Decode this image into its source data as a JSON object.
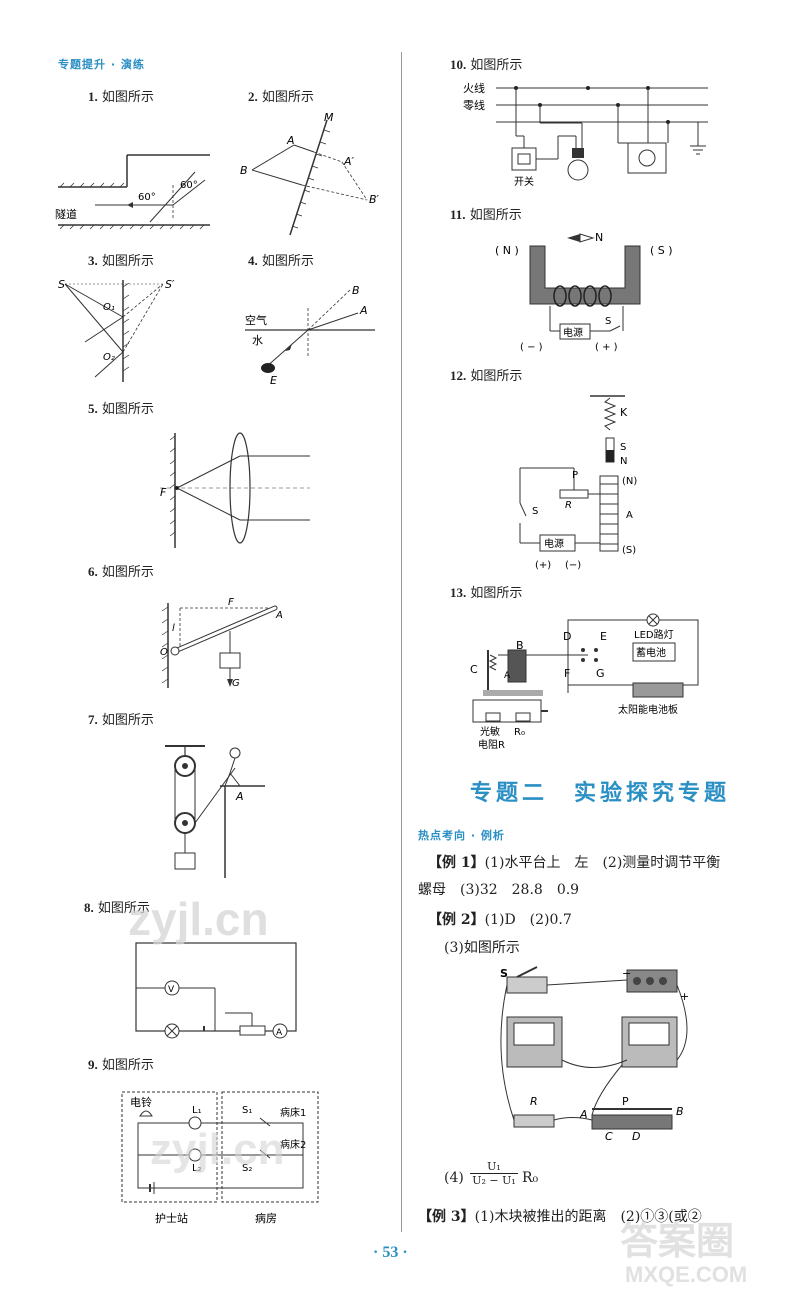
{
  "left_section_title": "专题提升 · 演练",
  "items": {
    "q1": {
      "num": "1.",
      "text": "如图所示"
    },
    "q2": {
      "num": "2.",
      "text": "如图所示"
    },
    "q3": {
      "num": "3.",
      "text": "如图所示"
    },
    "q4": {
      "num": "4.",
      "text": "如图所示"
    },
    "q5": {
      "num": "5.",
      "text": "如图所示"
    },
    "q6": {
      "num": "6.",
      "text": "如图所示"
    },
    "q7": {
      "num": "7.",
      "text": "如图所示"
    },
    "q8": {
      "num": "8.",
      "text": "如图所示"
    },
    "q9": {
      "num": "9.",
      "text": "如图所示"
    },
    "q10": {
      "num": "10.",
      "text": "如图所示"
    },
    "q11": {
      "num": "11.",
      "text": "如图所示"
    },
    "q12": {
      "num": "12.",
      "text": "如图所示"
    },
    "q13": {
      "num": "13.",
      "text": "如图所示"
    }
  },
  "diagram_labels": {
    "d1": {
      "angle1": "60°",
      "angle2": "60°",
      "tunnel": "隧道"
    },
    "d2": {
      "M": "M",
      "A": "A",
      "A2": "A′",
      "B": "B",
      "B2": "B′"
    },
    "d3": {
      "S": "S",
      "S2": "S′",
      "O1": "O₁",
      "O2": "O₂"
    },
    "d4": {
      "air": "空气",
      "water": "水",
      "A": "A",
      "B": "B",
      "E": "E"
    },
    "d5": {
      "F": "F"
    },
    "d6": {
      "F": "F",
      "A": "A",
      "O": "O",
      "l": "l",
      "G": "G"
    },
    "d7": {
      "A": "A"
    },
    "d8": {
      "V": "V",
      "A": "A"
    },
    "d9": {
      "bell": "电铃",
      "L1": "L₁",
      "L2": "L₂",
      "S1": "S₁",
      "S2": "S₂",
      "bed1": "病床1",
      "bed2": "病床2",
      "nurse": "护士站",
      "ward": "病房"
    },
    "d10": {
      "live": "火线",
      "neutral": "零线",
      "switch": "开关"
    },
    "d11": {
      "N_left": "( N )",
      "S_right": "( S )",
      "needle": "N",
      "source": "电源",
      "S": "S",
      "minus": "( − )",
      "plus": "( + )"
    },
    "d12": {
      "K": "K",
      "S": "S",
      "N": "N",
      "P": "P",
      "R": "R",
      "N_paren": "(N)",
      "A": "A",
      "S_paren": "(S)",
      "switch": "S",
      "source": "电源",
      "plus": "(+)",
      "minus": "(−)"
    },
    "d13": {
      "B": "B",
      "C": "C",
      "A": "A",
      "D": "D",
      "E": "E",
      "F": "F",
      "G": "G",
      "led": "LED路灯",
      "battery": "蓄电池",
      "solar": "太阳能电池板",
      "photo1": "光敏",
      "photo2": "电阻R",
      "R0": "R₀"
    },
    "d_ex": {
      "S": "S",
      "minus": "−",
      "plus": "+",
      "R": "R",
      "A": "A",
      "B": "B",
      "C": "C",
      "D": "D",
      "P": "P"
    }
  },
  "right_title": "专题二　实验探究专题",
  "right_section_title": "热点考向 · 例析",
  "examples": {
    "ex1_label": "【例 1】",
    "ex1_line1": "(1)水平台上　左　(2)测量时调节平衡",
    "ex1_line2": "螺母　(3)32　28.8　0.9",
    "ex2_label": "【例 2】",
    "ex2_line1": "(1)D　(2)0.7",
    "ex2_line2": "(3)如图所示",
    "ex2_line3_prefix": "(4)",
    "ex2_frac_num": "U₁",
    "ex2_frac_den": "U₂ − U₁",
    "ex2_frac_suffix": "R₀",
    "ex3_label": "【例 3】",
    "ex3_line1": "(1)木块被推出的距离　(2)①③(或②"
  },
  "page_number": "· 53 ·",
  "watermarks": {
    "wm1": "zyjl.cn",
    "wm2": "zyjl.cn",
    "wm3": "答案圈",
    "wm4": "MXQE.COM"
  }
}
